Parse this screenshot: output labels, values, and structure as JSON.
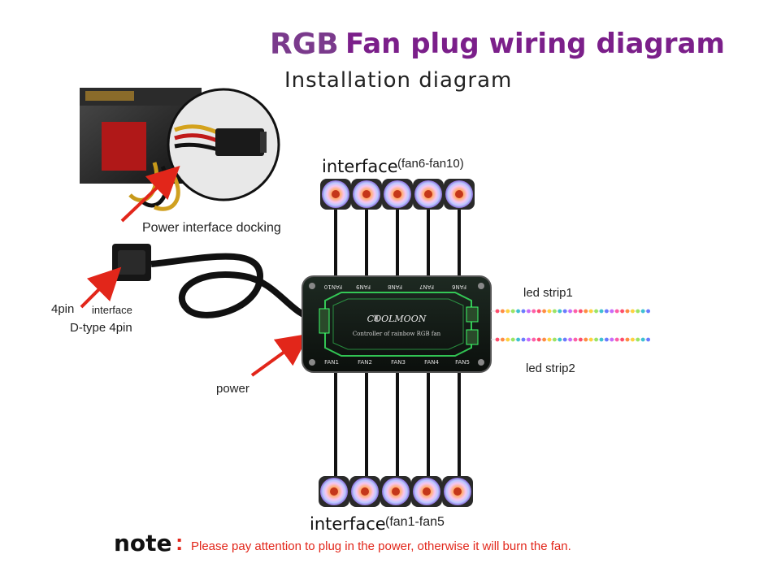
{
  "title": {
    "rgb": "RGB",
    "main": "Fan plug wiring diagram"
  },
  "subtitle": "Installation diagram",
  "labels": {
    "power_docking": "Power interface docking",
    "pin4": "4pin",
    "interface_small": "interface",
    "dtype": "D-type 4pin",
    "power": "power",
    "interface_top": "interface",
    "interface_top_range": "(fan6-fan10)",
    "interface_bottom": "interface",
    "interface_bottom_range": "(fan1-fan5",
    "led_strip1": "led strip1",
    "led_strip2": "led strip2"
  },
  "controller": {
    "brand": "COOLMOON",
    "caption": "Controller of rainbow RGB fan",
    "top_ports": [
      "FAN10",
      "FAN9",
      "FAN8",
      "FAN7",
      "FAN6"
    ],
    "bottom_ports": [
      "FAN1",
      "FAN2",
      "FAN3",
      "FAN4",
      "FAN5"
    ]
  },
  "note": {
    "head": "note",
    "colon": ":",
    "text": "Please pay attention to plug in the power, otherwise it will burn the fan."
  },
  "colors": {
    "title": "#7b1f8a",
    "note_red": "#e2261a",
    "arrow_red": "#e2261a",
    "controller_glow": "#3dff6a"
  }
}
